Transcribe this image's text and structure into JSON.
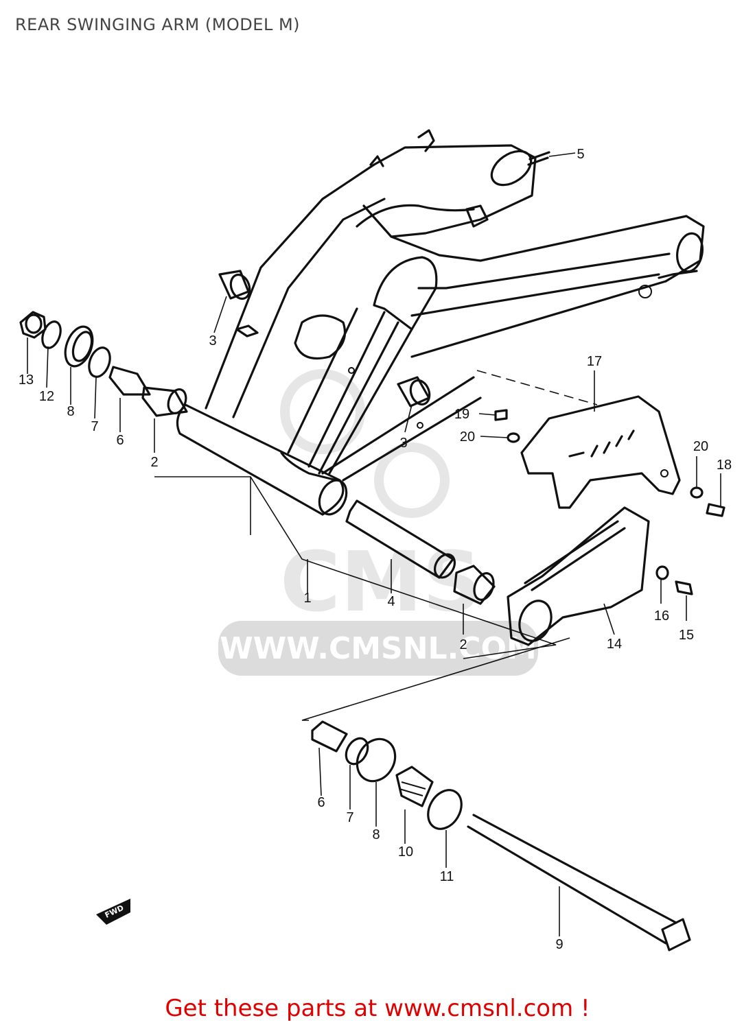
{
  "title": "REAR SWINGING ARM (MODEL M)",
  "footer": "Get these parts at www.cmsnl.com !",
  "watermark": {
    "brand": "CMS",
    "url": "WWW.CMSNL.COM"
  },
  "fwd_badge": "FWD",
  "callouts": {
    "c1": "1",
    "c2a": "2",
    "c2b": "2",
    "c3a": "3",
    "c3b": "3",
    "c4": "4",
    "c5": "5",
    "c6a": "6",
    "c6b": "6",
    "c7a": "7",
    "c7b": "7",
    "c8a": "8",
    "c8b": "8",
    "c9": "9",
    "c10": "10",
    "c11": "11",
    "c12": "12",
    "c13": "13",
    "c14": "14",
    "c15": "15",
    "c16": "16",
    "c17": "17",
    "c18": "18",
    "c19": "19",
    "c20a": "20",
    "c20b": "20"
  },
  "colors": {
    "line": "#111111",
    "watermark": "#dcdcdc",
    "footer": "#e00000",
    "title": "#444444"
  }
}
